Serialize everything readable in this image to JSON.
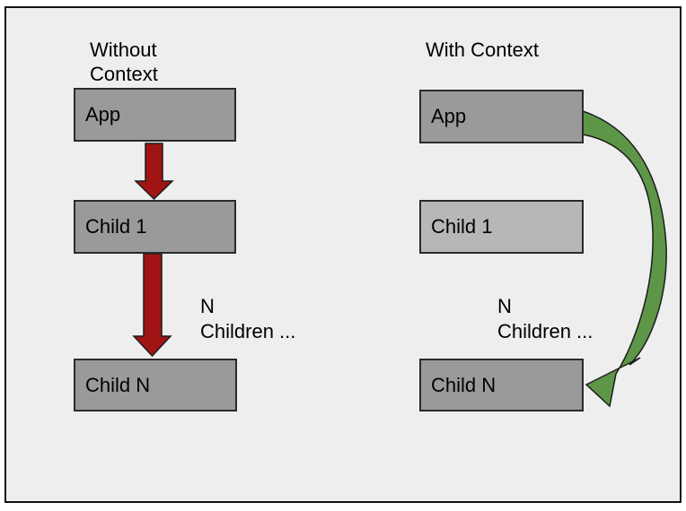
{
  "colors": {
    "page_background": "#ffffff",
    "slide_background": "#eeeeee",
    "frame_border": "#111111",
    "box_fill_medium": "#9a9a9a",
    "box_fill_light": "#b7b7b7",
    "box_border": "#2a2a2a",
    "red_arrow": "#a01414",
    "green_arrow": "#5e9648",
    "arrow_outline": "#1c1c1c",
    "text": "#000000"
  },
  "left_panel": {
    "title_line1": "Without",
    "title_line2": "Context",
    "app_label": "App",
    "child1_label": "Child 1",
    "childn_label": "Child N",
    "note_line1": "N",
    "note_line2": "Children ..."
  },
  "right_panel": {
    "title": "With Context",
    "app_label": "App",
    "child1_label": "Child 1",
    "childn_label": "Child N",
    "note_line1": "N",
    "note_line2": "Children ..."
  },
  "icons": {
    "left_flow_arrow_1": "red-down-block-arrow",
    "left_flow_arrow_2": "red-down-block-arrow",
    "right_context_arrow": "green-curved-left-arrow"
  }
}
